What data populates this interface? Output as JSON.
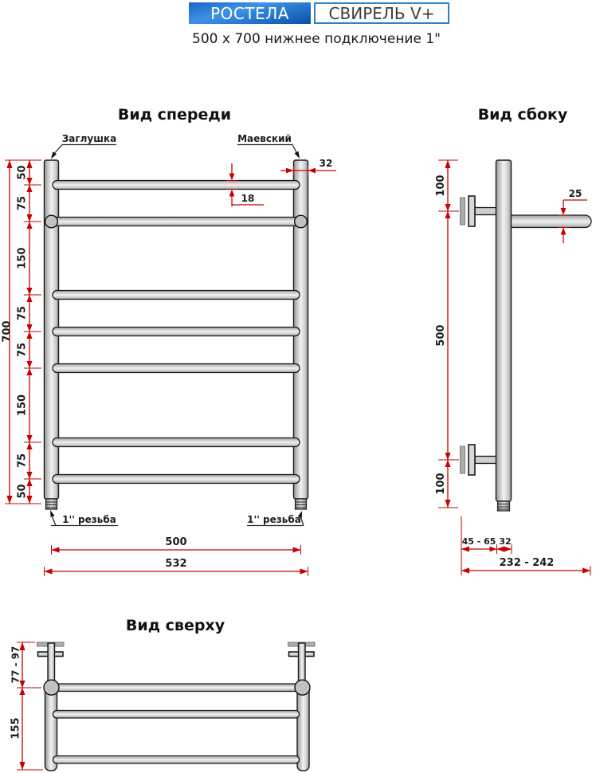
{
  "header": {
    "brand": "РОСТЕЛА",
    "model": "СВИРЕЛЬ V+",
    "subtitle": "500 x 700 нижнее подключение 1\""
  },
  "colors": {
    "dimension_red": "#c80000",
    "brand_gradient_top": "#3f93e6",
    "brand_gradient_bottom": "#0d4fa4",
    "model_border_blue": "#2f80c4",
    "drawing_outline": "#1a1a1a"
  },
  "front_view": {
    "title": "Вид спереди",
    "callouts": {
      "plug": "Заглушка",
      "air_vent": "Маевский",
      "thread_left": "1'' резьба",
      "thread_right": "1'' резьба"
    },
    "dims": {
      "total_height": "700",
      "chain": [
        "50",
        "75",
        "150",
        "75",
        "75",
        "150",
        "75",
        "50"
      ],
      "rung_diameter": "18",
      "tube_diameter": "32",
      "axis_width": "500",
      "overall_width": "532"
    }
  },
  "side_view": {
    "title": "Вид сбоку",
    "dims": {
      "top_offset": "100",
      "bracket_span": "500",
      "bottom_offset": "100",
      "shelf_tube_diameter": "25",
      "wall_clearance": "45 - 65",
      "tube_diameter": "32",
      "overall_depth": "232 - 242"
    }
  },
  "top_view": {
    "title": "Вид сверху",
    "dims": {
      "wall_to_axis": "77 - 97",
      "shelf_depth": "155"
    }
  }
}
